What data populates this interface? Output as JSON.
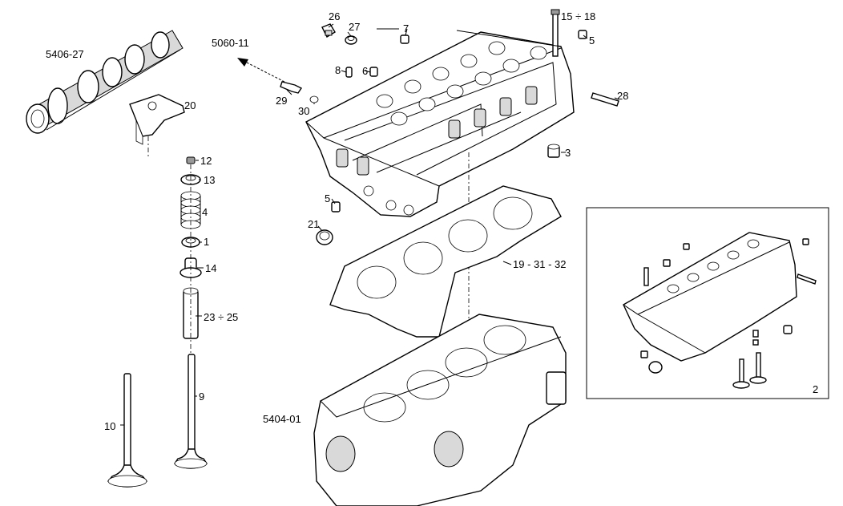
{
  "callouts": {
    "camshaft": "5406-27",
    "arrow_ref": "5060-11",
    "rocker": "20",
    "retainer": "12",
    "cap": "13",
    "spring": "4",
    "spring_seat": "1",
    "seal": "14",
    "guide": "23 ÷ 25",
    "exhaust_valve": "9",
    "intake_valve": "10",
    "block": "5404-01",
    "gasket": "19 - 31 - 32",
    "plug_26": "26",
    "plug_27": "27",
    "part_7": "7",
    "bolt": "15 ÷ 18",
    "nut_5_top": "5",
    "stud_28": "28",
    "bush_3": "3",
    "pin_8": "8",
    "pin_6": "6",
    "sensor_29": "29",
    "washer_30": "30",
    "nut_5_low": "5",
    "plug_21": "21",
    "inset_ref": "2"
  }
}
